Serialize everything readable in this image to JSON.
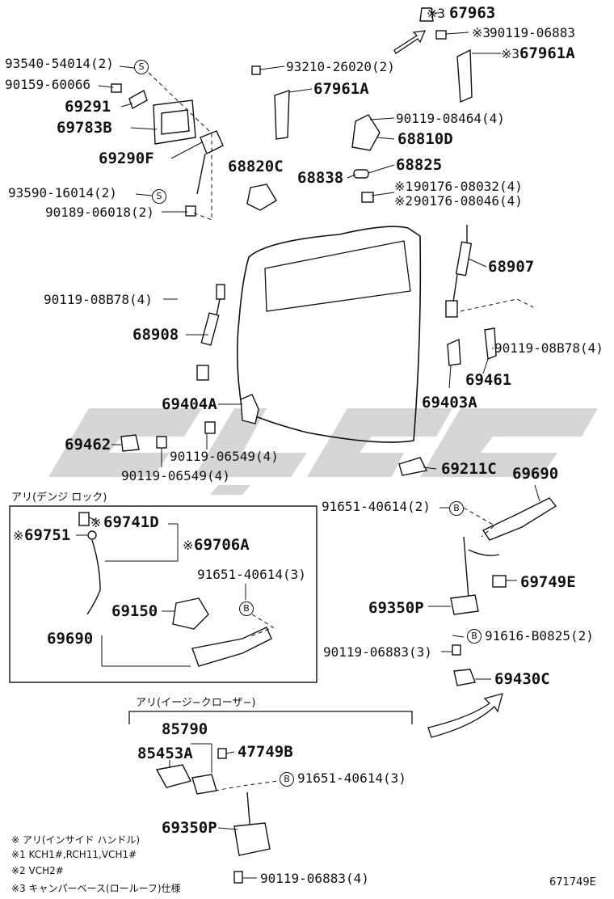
{
  "diagram": {
    "labels": {
      "p67963": "67963",
      "p90119_06883_top": "90119-06883",
      "p67961A_right": "67961A",
      "p93540": "93540-54014(2)",
      "p90159": "90159-60066",
      "p93210": "93210-26020(2)",
      "p67961A_left": "67961A",
      "p69291": "69291",
      "p69783B": "69783B",
      "p90119_08464": "90119-08464(4)",
      "p68810D": "68810D",
      "p69290F": "69290F",
      "p68820C": "68820C",
      "p68825": "68825",
      "p68838": "68838",
      "p90176_08032": "90176-08032(4)",
      "p90176_08046": "90176-08046(4)",
      "p93590": "93590-16014(2)",
      "p90189": "90189-06018(2)",
      "p68907": "68907",
      "p90119_08B78_left": "90119-08B78(4)",
      "p68908": "68908",
      "p90119_08B78_right": "90119-08B78(4)",
      "p69461": "69461",
      "p69404A": "69404A",
      "p69403A": "69403A",
      "p69462": "69462",
      "p90119_06549_a": "90119-06549(4)",
      "p90119_06549_b": "90119-06549(4)",
      "p69211C": "69211C",
      "p69690_right": "69690",
      "p91651_2": "91651-40614(2)",
      "p69741D": "69741D",
      "p69751": "69751",
      "p69706A": "69706A",
      "p91651_3_box": "91651-40614(3)",
      "p69150": "69150",
      "p69690_box": "69690",
      "p69749E": "69749E",
      "p69350P_right": "69350P",
      "p91616": "91616-B0825(2)",
      "p90119_06883_3": "90119-06883(3)",
      "p69430C": "69430C",
      "p85790": "85790",
      "p85453A": "85453A",
      "p47749B": "47749B",
      "p91651_3_bottom": "91651-40614(3)",
      "p69350P_bottom": "69350P",
      "p90119_06883_4": "90119-06883(4)"
    },
    "marks": {
      "x3": "※3",
      "x1": "※1",
      "x2": "※2",
      "x": "※",
      "s": "S",
      "b": "B"
    },
    "sections": {
      "dense_lock": "アリ(デンジ ロック)",
      "easy_closer": "アリ(イージ−クローザ−)"
    },
    "footnotes": {
      "n0": "※ アリ(インサイド ハンドル)",
      "n1": "※1 KCH1#,RCH11,VCH1#",
      "n2": "※2 VCH2#",
      "n3": "※3 キャンパーベース(ロールーフ)仕様"
    },
    "figure_code": "671749E"
  },
  "colors": {
    "ink": "#111111",
    "watermark": "#d4d4d4"
  }
}
